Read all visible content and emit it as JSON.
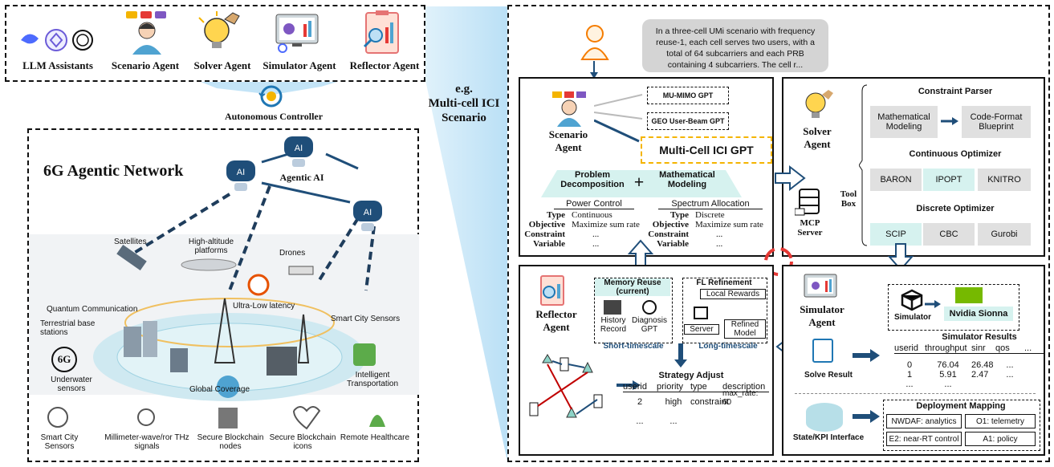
{
  "top_left": {
    "agents": [
      "LLM Assistants",
      "Scenario Agent",
      "Solver Agent",
      "Simulator Agent",
      "Reflector Agent"
    ],
    "controller": "Autonomous Controller"
  },
  "network": {
    "title": "6G Agentic Network",
    "agentic_ai": "Agentic AI",
    "ai_badge": "AI",
    "labels": {
      "satellites": "Satellites",
      "hap": "High-altitude platforms",
      "drones": "Drones",
      "quantum": "Quantum Communication",
      "ull": "Ultra-Low latency",
      "terrestrial": "Terrestrial base stations",
      "g6": "6G",
      "underwater": "Underwater sensors",
      "smart_city_right": "Smart City Sensors",
      "global": "Global Coverage",
      "its": "Intelligent Transportation",
      "smart_city": "Smart City Sensors",
      "mmwave": "Millimeter-wave/ror THz signals",
      "blockchain_nodes": "Secure Blockchain nodes",
      "blockchain_icons": "Secure Blockchain icons",
      "healthcare": "Remote Healthcare"
    }
  },
  "eg": "e.g.\nMulti-cell ICI\nScenario",
  "prompt": "In a three-cell UMi scenario with frequency reuse-1, each cell serves two users, with a total of 64 subcarriers and each PRB containing 4 subcarriers. The cell r...",
  "scenario": {
    "agent": "Scenario Agent",
    "gpts": [
      "MU-MIMO GPT",
      "GEO User-Beam GPT",
      "Multi-Cell ICI GPT"
    ],
    "decomp": "Problem Decomposition",
    "plus": "+",
    "modeling": "Mathematical Modeling",
    "power_title": "Power Control",
    "spectrum_title": "Spectrum Allocation",
    "power_rows": [
      [
        "Type",
        "Continuous"
      ],
      [
        "Objective",
        "Maximize sum rate"
      ],
      [
        "Constraint",
        "..."
      ],
      [
        "Variable",
        "..."
      ]
    ],
    "spectrum_rows": [
      [
        "Type",
        "Discrete"
      ],
      [
        "Objective",
        "Maximize sum rate"
      ],
      [
        "Constraint",
        "..."
      ],
      [
        "Variable",
        "..."
      ]
    ]
  },
  "solver": {
    "agent": "Solver Agent",
    "mcp": "MCP Server",
    "toolbox": "Tool Box",
    "parser_title": "Constraint Parser",
    "parser_left": "Mathematical Modeling",
    "parser_right": "Code-Format Blueprint",
    "cont_title": "Continuous Optimizer",
    "cont": [
      "BARON",
      "IPOPT",
      "KNITRO"
    ],
    "disc_title": "Discrete Optimizer",
    "disc": [
      "SCIP",
      "CBC",
      "Gurobi"
    ]
  },
  "reflector": {
    "agent": "Reflector Agent",
    "memory_title": "Memory Reuse (current)",
    "history": "History Record",
    "diagnosis": "Diagnosis GPT",
    "short": "Short-timescale",
    "fl_title": "FL Refinement",
    "local": "Local Rewards",
    "server": "Server",
    "refined": "Refined Model",
    "long": "Long-timescale",
    "strategy": "Strategy Adjust",
    "headers": [
      "userid",
      "priority",
      "type",
      "description"
    ],
    "row1": [
      "2",
      "high",
      "constraint",
      "max_rate: 60"
    ],
    "row2": [
      "...",
      "...",
      "",
      ""
    ]
  },
  "simulator": {
    "agent": "Simulator Agent",
    "simulator": "Simulator",
    "sionna": "Nvidia Sionna",
    "results_title": "Simulator Results",
    "headers": [
      "userid",
      "throughput",
      "sinr",
      "qos",
      "..."
    ],
    "rows": [
      [
        "0",
        "76.04",
        "26.48",
        "...",
        ""
      ],
      [
        "1",
        "5.91",
        "2.47",
        "...",
        ""
      ],
      [
        "...",
        "...",
        "",
        "",
        ""
      ]
    ],
    "solve": "Solve Result",
    "deploy_title": "Deployment Mapping",
    "deploy": [
      "NWDAF: analytics",
      "O1: telemetry",
      "E2: near-RT control",
      "A1: policy"
    ],
    "state": "State/KPI Interface"
  },
  "colors": {
    "teal": "#d6f2ef",
    "gray": "#e0e0e0",
    "arrow": "#1f4e79",
    "red": "#c00000"
  }
}
